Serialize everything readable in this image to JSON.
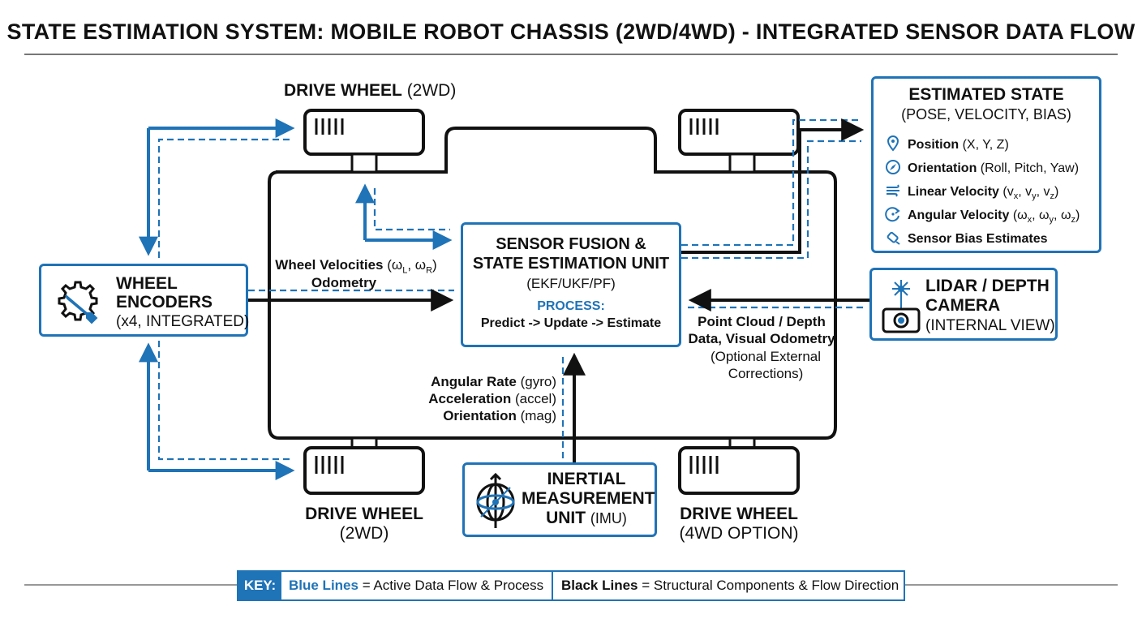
{
  "title": "STATE ESTIMATION SYSTEM: MOBILE ROBOT CHASSIS (2WD/4WD) - INTEGRATED SENSOR DATA FLOW",
  "colors": {
    "blue": "#1f73b7",
    "black": "#111111"
  },
  "wheels": {
    "top_left": {
      "name": "DRIVE WHEEL",
      "note": "(2WD)"
    },
    "bottom_left": {
      "name": "DRIVE WHEEL",
      "note": "(2WD)"
    },
    "bottom_right": {
      "name": "DRIVE WHEEL",
      "note": "(4WD OPTION)"
    }
  },
  "encoders": {
    "title_line1": "WHEEL",
    "title_line2": "ENCODERS",
    "subtitle": "(x4, INTEGRATED)",
    "icon": "gear-wrench-icon"
  },
  "fusion": {
    "title_line1": "SENSOR FUSION &",
    "title_line2": "STATE ESTIMATION UNIT",
    "method": "(EKF/UKF/PF)",
    "process_label": "PROCESS:",
    "process_steps": "Predict -> Update -> Estimate"
  },
  "flow_labels": {
    "wheel_velocities": "Wheel Velocities (ω",
    "wheel_velocities_sub_l": "L",
    "wheel_velocities_mid": ", ω",
    "wheel_velocities_sub_r": "R",
    "wheel_velocities_end": ")",
    "odometry": "Odometry",
    "angular_rate": "Angular Rate",
    "angular_rate_note": "(gyro)",
    "acceleration": "Acceleration",
    "acceleration_note": "(accel)",
    "orientation": "Orientation",
    "orientation_note": "(mag)",
    "point_cloud_line1": "Point Cloud / Depth",
    "point_cloud_line2": "Data, Visual Odometry",
    "optional_line1": "(Optional External",
    "optional_line2": "Corrections)"
  },
  "imu": {
    "line1": "INERTIAL",
    "line2": "MEASUREMENT",
    "line3": "UNIT",
    "line3_note": "(IMU)",
    "icon": "gyroscope-icon"
  },
  "lidar": {
    "line1": "LIDAR / DEPTH",
    "line2": "CAMERA",
    "note": "(INTERNAL VIEW)",
    "icon": "camera-laser-icon"
  },
  "state": {
    "title": "ESTIMATED STATE",
    "subtitle": "(POSE, VELOCITY, BIAS)",
    "rows": [
      {
        "label": "Position",
        "detail": "(X, Y, Z)",
        "icon": "location-pin-icon"
      },
      {
        "label": "Orientation",
        "detail": "(Roll, Pitch, Yaw)",
        "icon": "compass-icon"
      },
      {
        "label": "Linear Velocity",
        "detail": "(v",
        "subs": [
          "x",
          "y",
          "z"
        ],
        "icon": "wind-lines-icon"
      },
      {
        "label": "Angular Velocity",
        "detail": "(ω",
        "subs": [
          "x",
          "y",
          "z"
        ],
        "icon": "rotation-icon"
      },
      {
        "label": "Sensor Bias Estimates",
        "detail": "",
        "icon": "sensor-chip-icon"
      }
    ]
  },
  "key": {
    "label": "KEY:",
    "blue_term": "Blue Lines",
    "blue_desc": " = Active Data Flow & Process",
    "black_term": "Black Lines",
    "black_desc": " = Structural Components & Flow Direction"
  }
}
